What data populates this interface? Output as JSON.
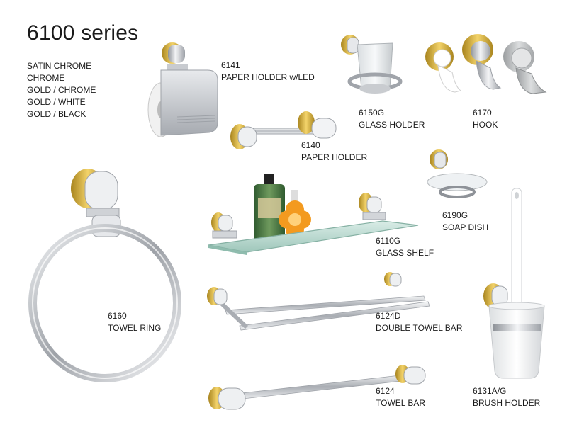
{
  "page": {
    "title": "6100 series"
  },
  "finishes": [
    "SATIN CHROME",
    "CHROME",
    "GOLD / CHROME",
    "GOLD / WHITE",
    "GOLD / BLACK"
  ],
  "products": [
    {
      "code": "6141",
      "name": "PAPER HOLDER w/LED"
    },
    {
      "code": "6150G",
      "name": "GLASS HOLDER"
    },
    {
      "code": "6170",
      "name": "HOOK"
    },
    {
      "code": "6140",
      "name": "PAPER HOLDER"
    },
    {
      "code": "6190G",
      "name": "SOAP DISH"
    },
    {
      "code": "6110G",
      "name": "GLASS SHELF"
    },
    {
      "code": "6160",
      "name": "TOWEL RING"
    },
    {
      "code": "6124D",
      "name": "DOUBLE TOWEL BAR"
    },
    {
      "code": "6124",
      "name": "TOWEL BAR"
    },
    {
      "code": "6131A/G",
      "name": "BRUSH HOLDER"
    }
  ]
}
